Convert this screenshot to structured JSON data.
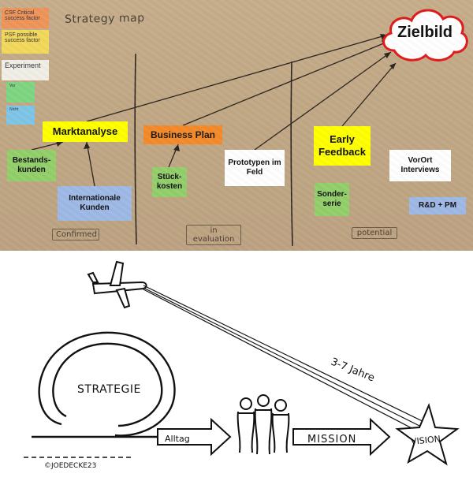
{
  "board": {
    "title": "Strategy map",
    "legend": {
      "csf": "CSF Critical success factor",
      "psf": "PSF possible success factor",
      "experiment": "Experiment",
      "vor": "Vor",
      "nicht": "Nicht"
    },
    "target": "Zielbild",
    "cards": {
      "marktanalyse": "Marktanalyse",
      "business_plan": "Business Plan",
      "early_feedback": "Early Feedback",
      "bestandskunden": "Bestands-kunden",
      "stueckkosten": "Stück-kosten",
      "prototypen": "Prototypen im Feld",
      "vorort": "VorOrt Interviews",
      "internationale_kunden": "Internationale Kunden",
      "sonderserie": "Sonder-serie",
      "rd_pm": "R&D + PM"
    },
    "zones": {
      "confirmed": "Confirmed",
      "evaluation": "in evaluation",
      "potential": "potential"
    },
    "colors": {
      "yellow": "#ffff00",
      "orange": "#f58a2a",
      "green": "#93cf6c",
      "blue": "#9fb9e6",
      "cloud": "#e01b1b"
    }
  },
  "sketch": {
    "strategy": "STRATEGIE",
    "everyday": "Alltag",
    "mission": "MISSION",
    "vision": "VISION",
    "timeframe": "3-7 Jahre",
    "copyright": "©JOEDECKE23",
    "icons": [
      "airplane-icon",
      "people-icon",
      "star-icon",
      "arrow-icon"
    ]
  }
}
